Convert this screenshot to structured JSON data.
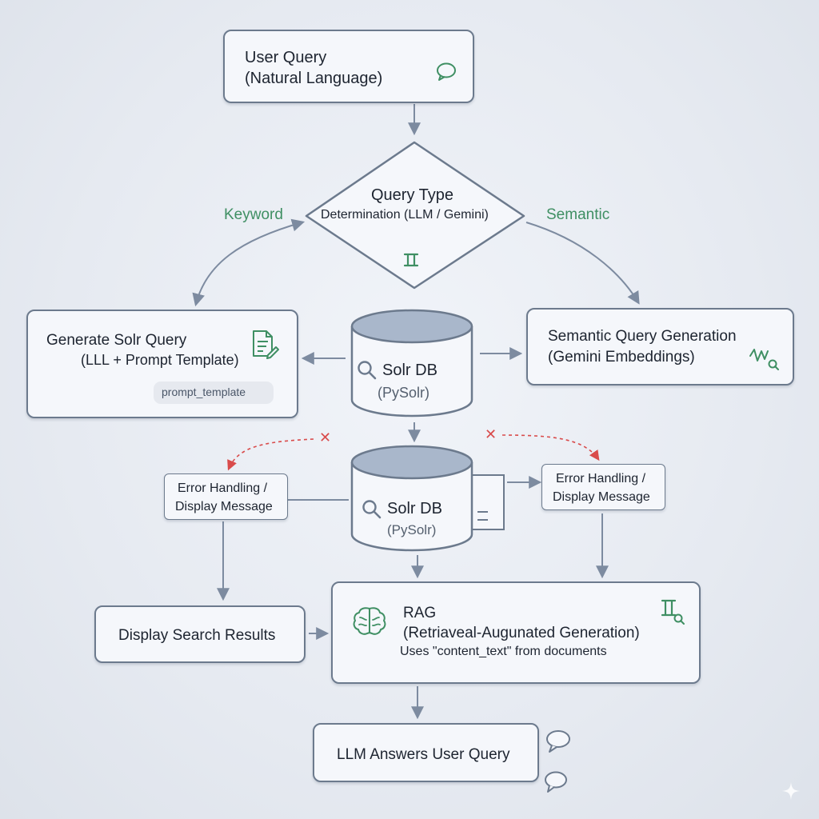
{
  "nodes": {
    "user_query": {
      "title": "User Query",
      "subtitle": "(Natural Language)"
    },
    "decision": {
      "title": "Query Type",
      "subtitle": "Determination (LLM / Gemini)"
    },
    "generate_solr": {
      "title": "Generate Solr Query",
      "subtitle": "(LLL + Prompt Template)",
      "chip": "prompt_template"
    },
    "semantic": {
      "title": "Semantic Query Generation",
      "subtitle": "(Gemini Embeddings)"
    },
    "solr_db_1": {
      "title": "Solr DB",
      "subtitle": "(PySolr)"
    },
    "solr_db_2": {
      "title": "Solr DB",
      "subtitle": "(PySolr)"
    },
    "error_left": {
      "line1": "Error Handling /",
      "line2": "Display Message"
    },
    "error_right": {
      "line1": "Error Handling /",
      "line2": "Display Message"
    },
    "display_results": {
      "title": "Display Search Results"
    },
    "rag": {
      "title": "RAG",
      "subtitle": "(Retriaveal-Augunated Generation)",
      "note": "Uses \"content_text\" from documents"
    },
    "llm_answers": {
      "title": "LLM Answers User Query"
    }
  },
  "edge_labels": {
    "keyword": "Keyword",
    "semantic": "Semantic"
  },
  "error_marks": {
    "left": "✕",
    "right": "✕"
  },
  "colors": {
    "accent_green": "#3f8f63",
    "box_border": "#6c7a8d",
    "arrow": "#7d8ba0",
    "error_red": "#d94b4b",
    "db_top": "#a9b7cb"
  },
  "icons": {
    "user_query": "speech-bubble-icon",
    "decision": "gemini-icon",
    "generate_solr": "document-edit-icon",
    "semantic": "wave-search-icon",
    "solr": "search-icon",
    "rag": "brain-icon",
    "rag_corner": "gemini-search-icon",
    "answers": "speech-bubble-icon",
    "corner": "sparkle-icon"
  }
}
